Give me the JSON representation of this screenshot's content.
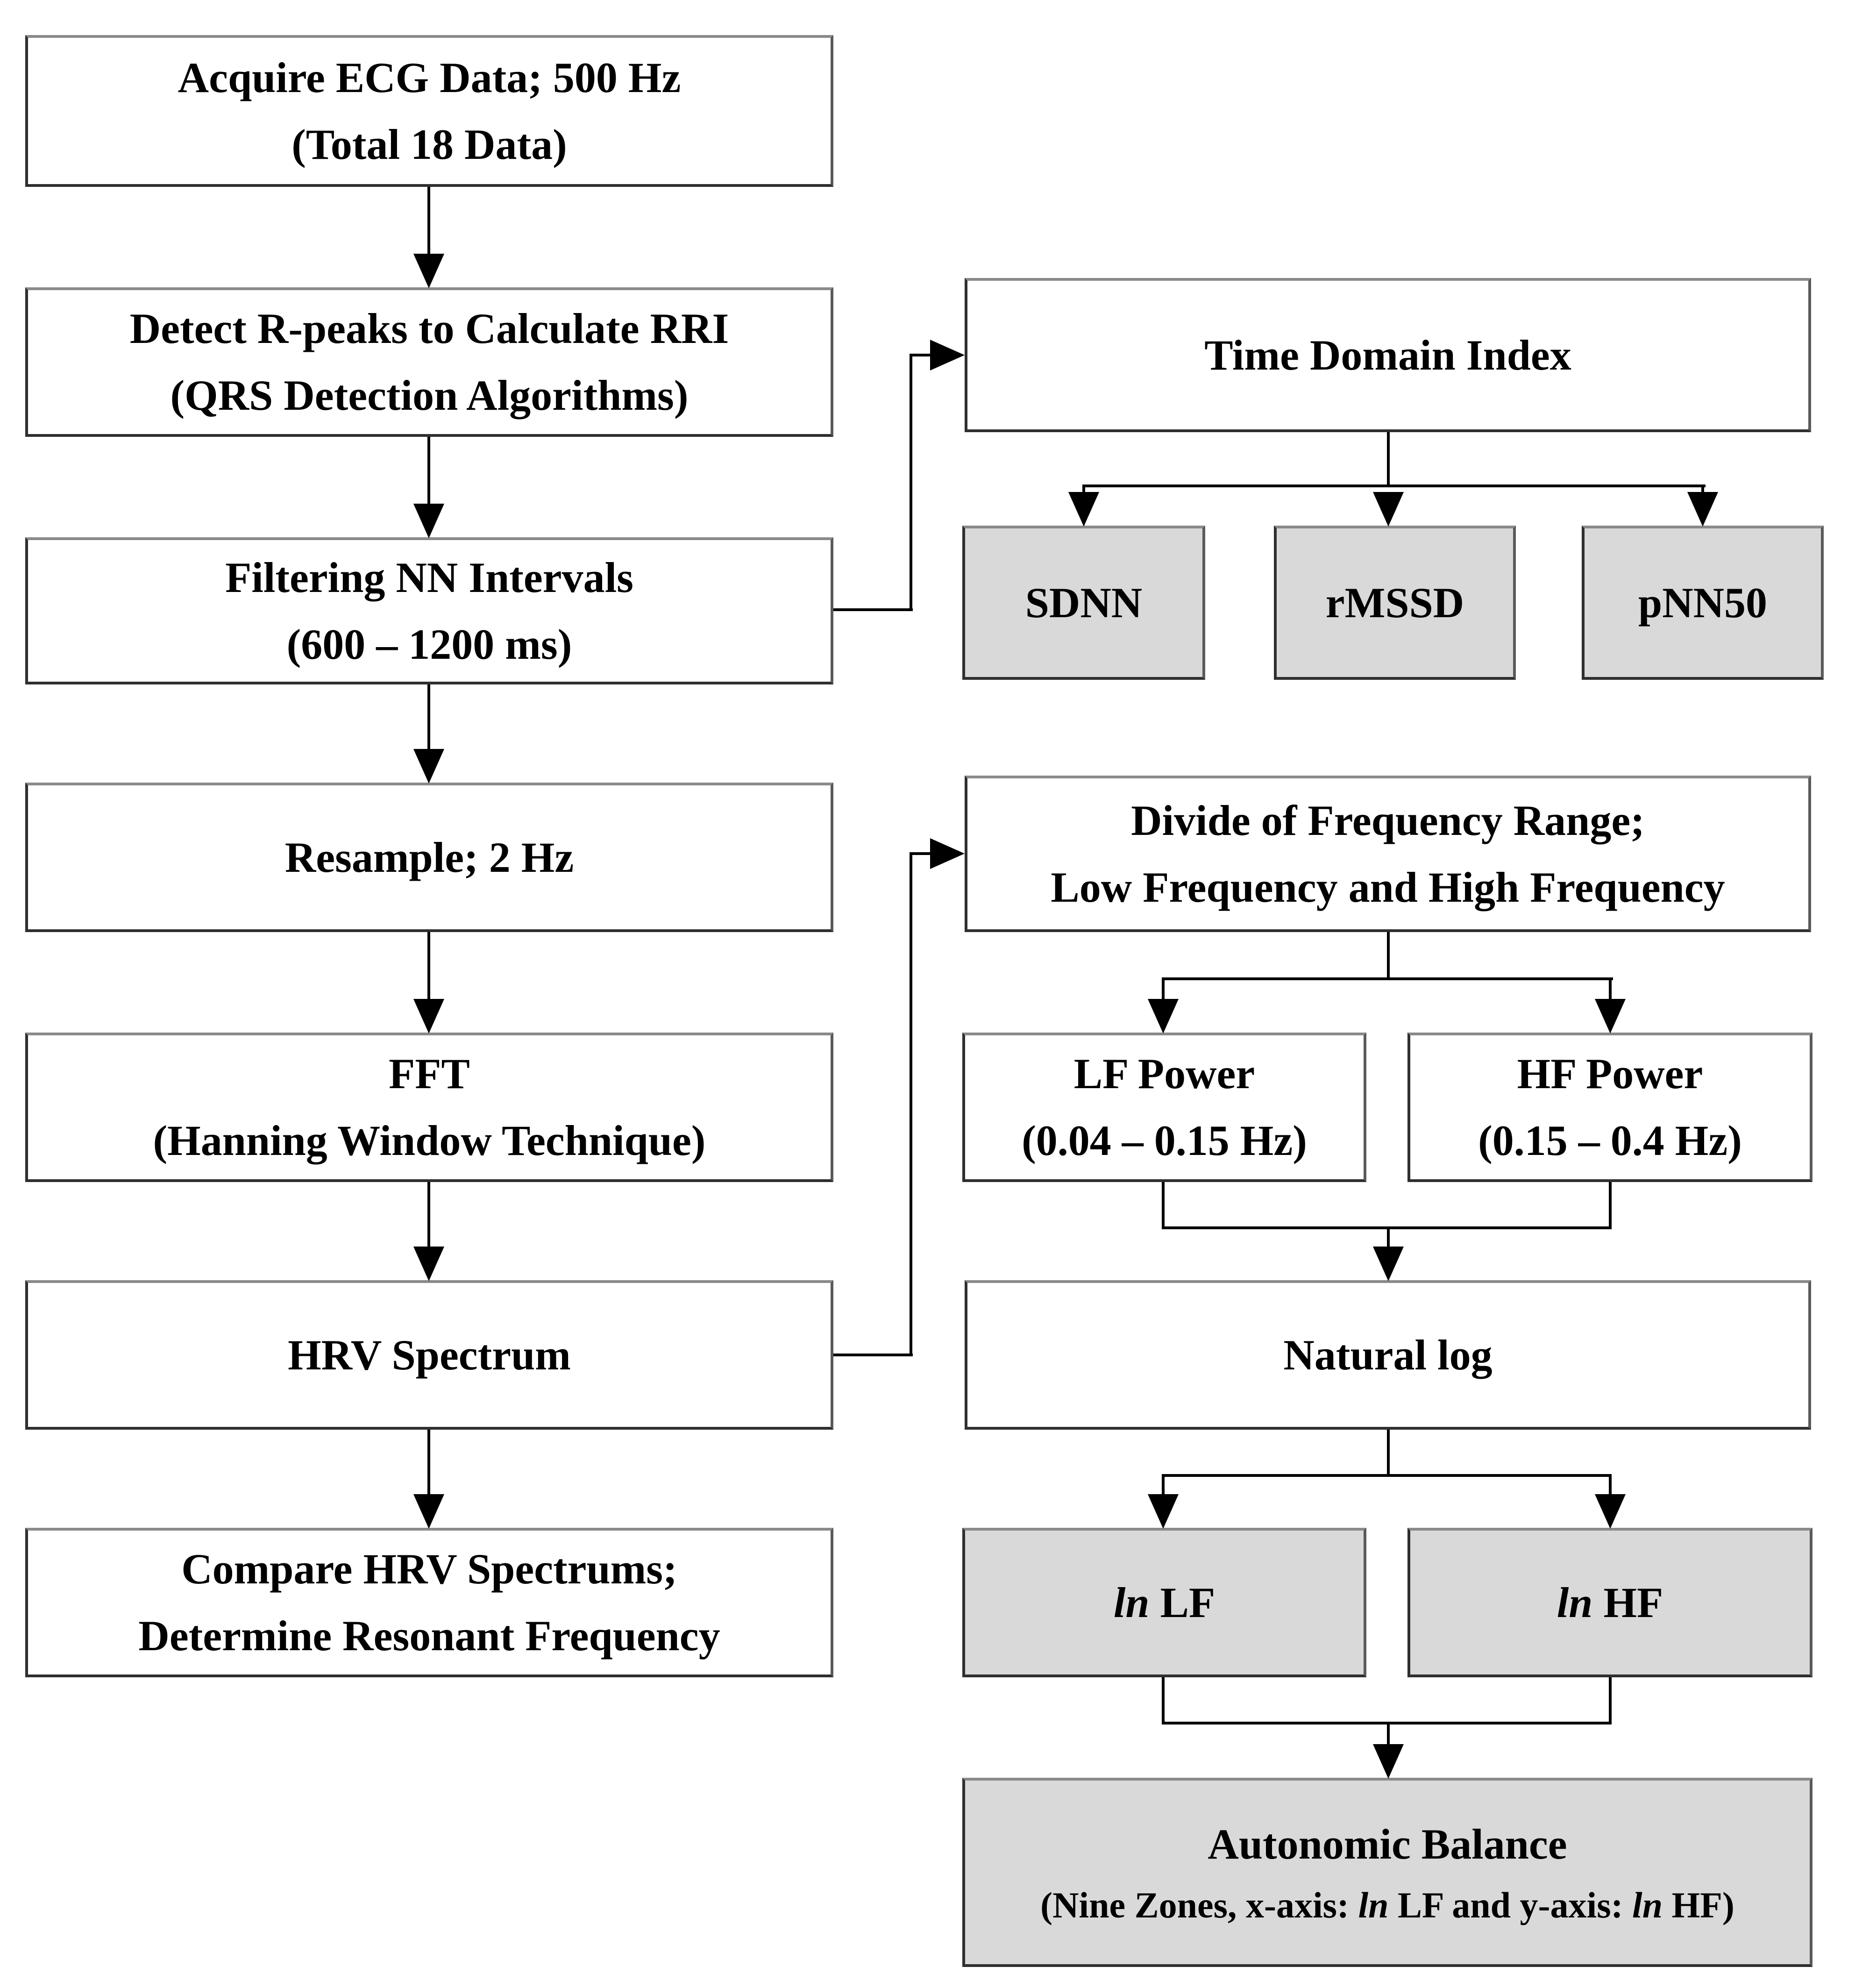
{
  "diagram": {
    "title": "HRV analysis flowchart",
    "colors": {
      "background": "#ffffff",
      "box_fill_white": "#ffffff",
      "box_fill_gray": "#d9d9d9",
      "border": "#2f2f2f",
      "line": "#000000"
    },
    "nodes": {
      "acquire": {
        "lines": [
          "Acquire ECG Data; 500 Hz",
          "(Total 18 Data)"
        ]
      },
      "detect": {
        "lines": [
          "Detect R-peaks to Calculate RRI",
          "(QRS Detection Algorithms)"
        ]
      },
      "filtering": {
        "lines": [
          "Filtering NN Intervals",
          "(600 – 1200 ms)"
        ]
      },
      "resample": {
        "lines": [
          "Resample; 2 Hz"
        ]
      },
      "fft": {
        "lines": [
          "FFT",
          "(Hanning Window Technique)"
        ]
      },
      "hrv_spectrum": {
        "lines": [
          "HRV Spectrum"
        ]
      },
      "compare": {
        "lines": [
          "Compare HRV Spectrums;",
          "Determine Resonant Frequency"
        ]
      },
      "time_domain": {
        "lines": [
          "Time Domain Index"
        ]
      },
      "sdnn": {
        "lines": [
          "SDNN"
        ]
      },
      "rmssd": {
        "lines": [
          "rMSSD"
        ]
      },
      "pnn50": {
        "lines": [
          "pNN50"
        ]
      },
      "divide": {
        "lines": [
          "Divide of Frequency Range;",
          "Low Frequency and High Frequency"
        ]
      },
      "lf_power": {
        "lines": [
          "LF Power",
          "(0.04 – 0.15 Hz)"
        ]
      },
      "hf_power": {
        "lines": [
          "HF Power",
          "(0.15 – 0.4 Hz)"
        ]
      },
      "natural_log": {
        "lines": [
          "Natural log"
        ]
      },
      "ln_lf": {
        "rich": [
          {
            "t": "ln",
            "i": true
          },
          {
            "t": " LF",
            "i": false
          }
        ]
      },
      "ln_hf": {
        "rich": [
          {
            "t": "ln",
            "i": true
          },
          {
            "t": " HF",
            "i": false
          }
        ]
      },
      "autonomic": {
        "line1": "Autonomic Balance",
        "rich": [
          {
            "t": "(Nine Zones, x-axis: ",
            "i": false
          },
          {
            "t": "ln",
            "i": true
          },
          {
            "t": " LF and y-axis: ",
            "i": false
          },
          {
            "t": "ln",
            "i": true
          },
          {
            "t": " HF)",
            "i": false
          }
        ]
      }
    }
  }
}
